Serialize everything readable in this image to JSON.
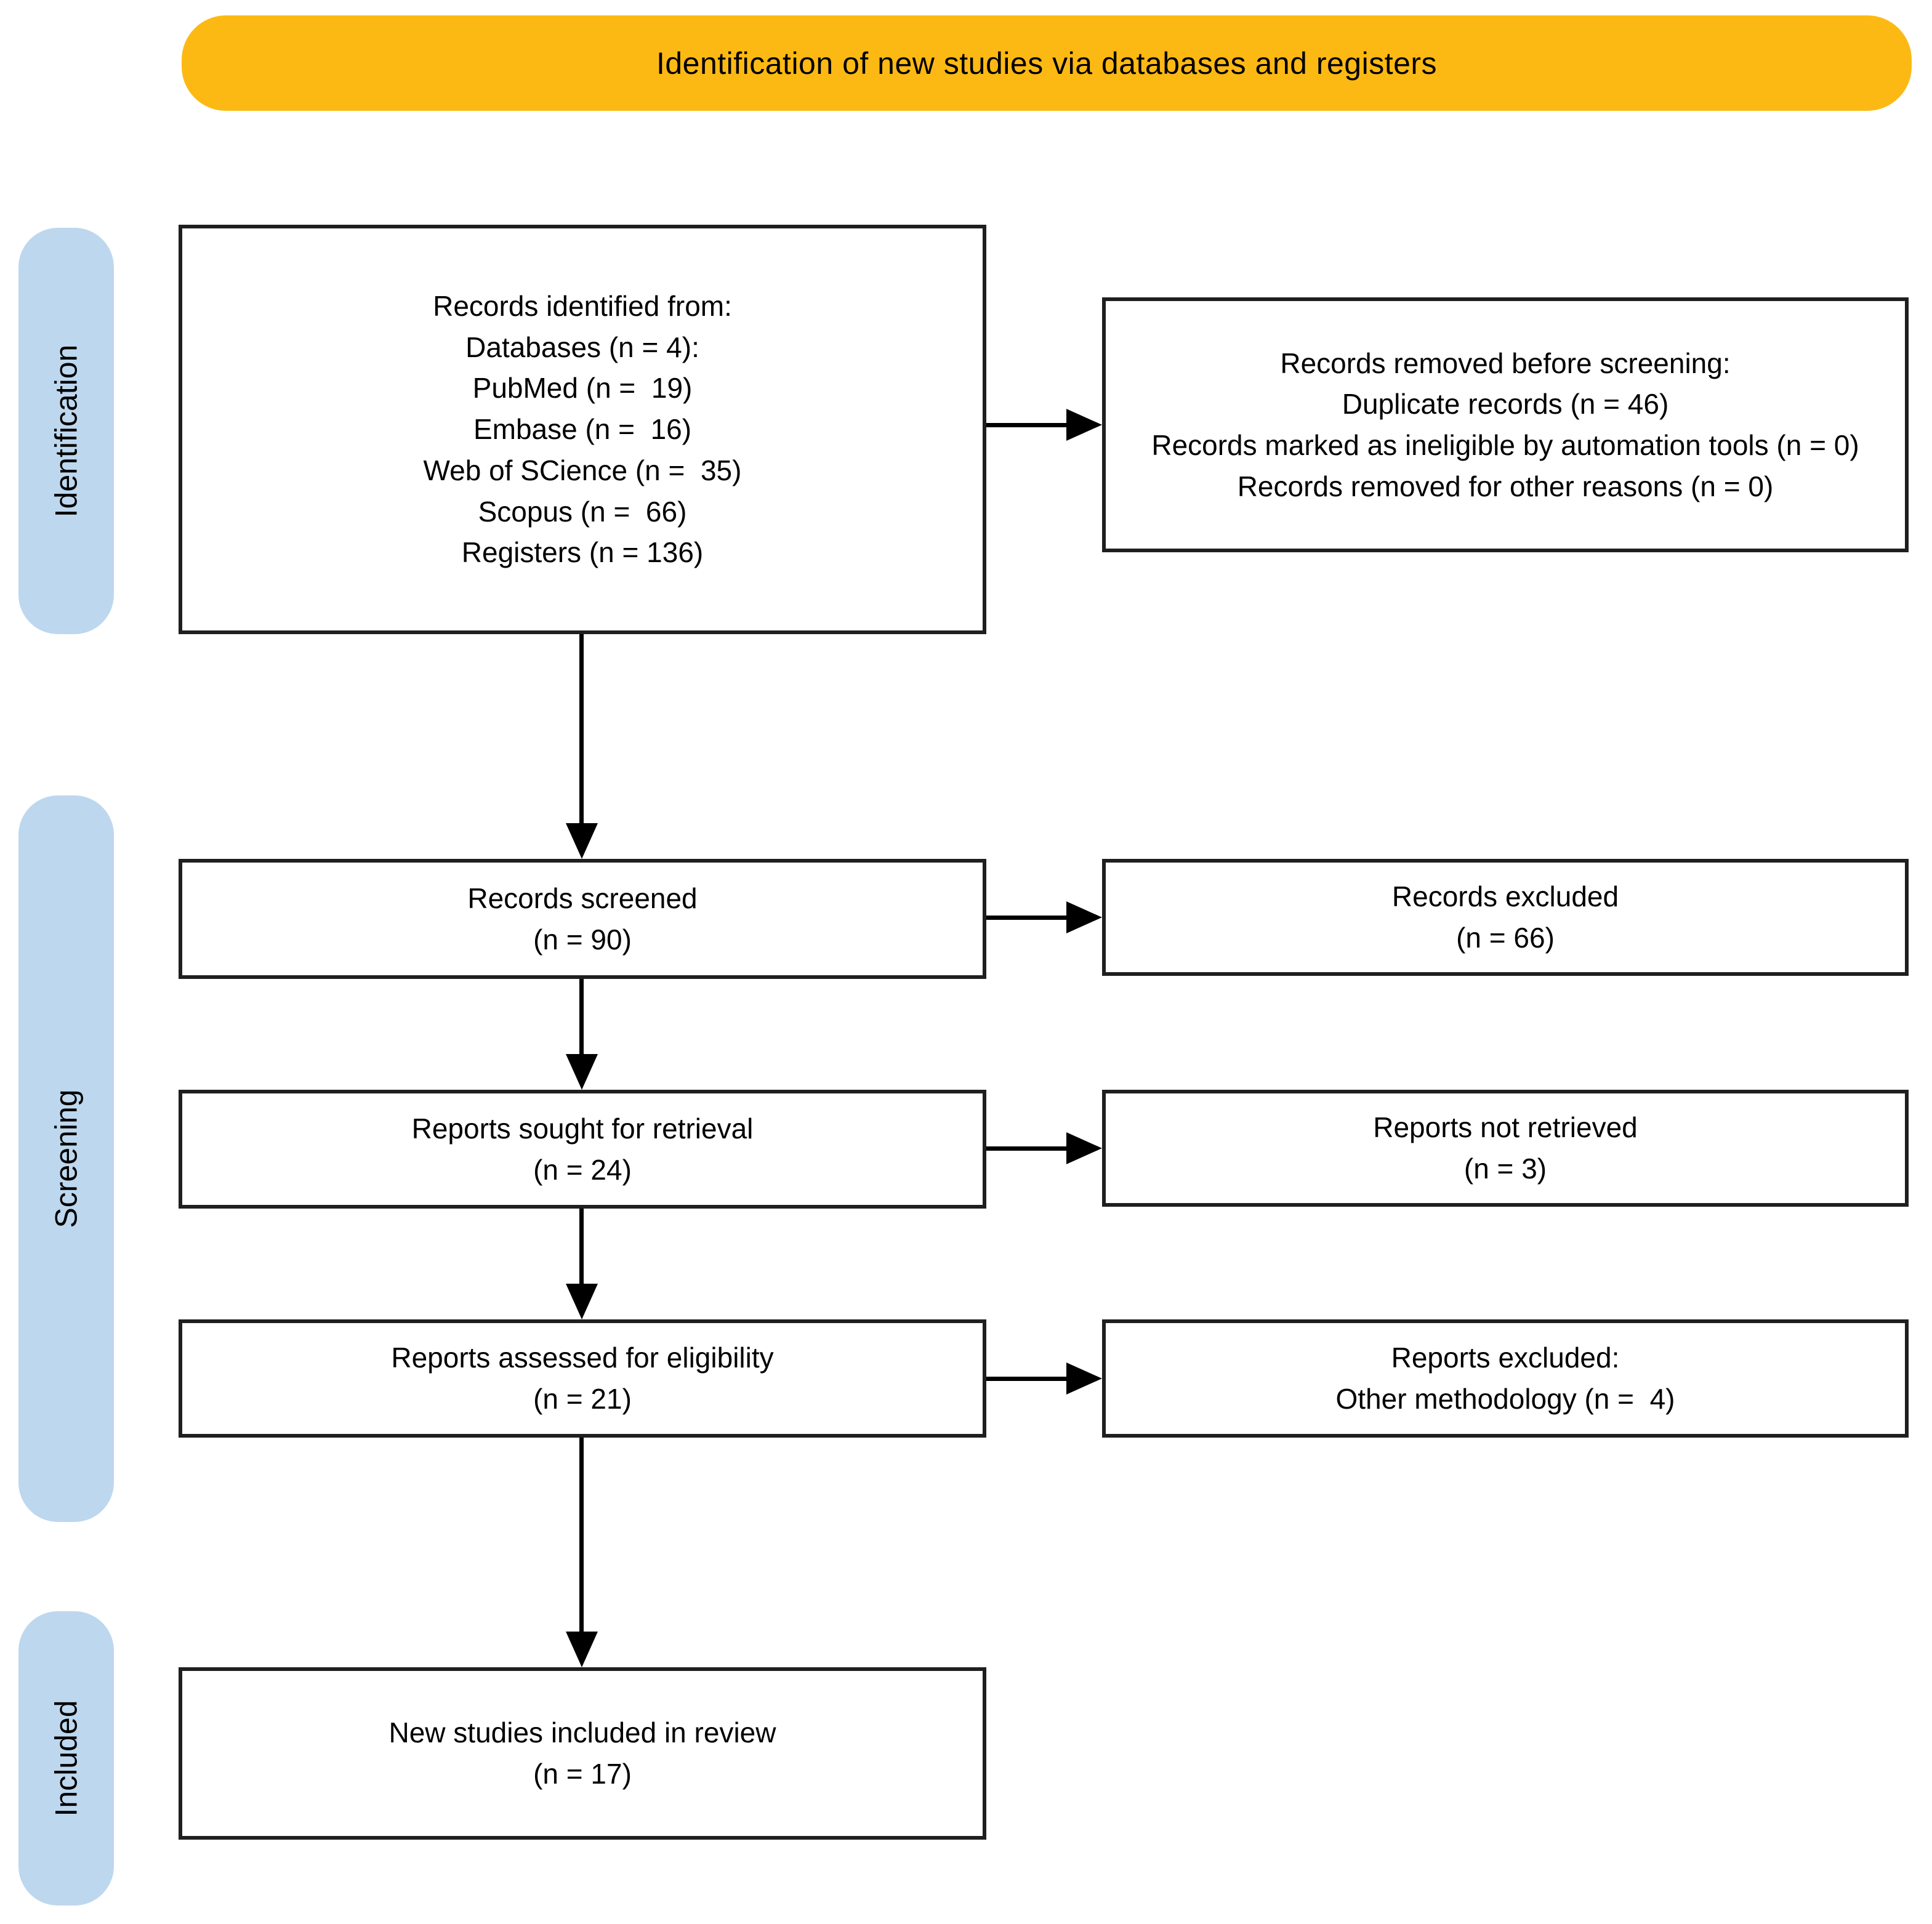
{
  "banner": {
    "title": "Identification of new studies via databases and registers"
  },
  "stages": {
    "identification": "Identification",
    "screening": "Screening",
    "included": "Included"
  },
  "boxes": {
    "identified": {
      "lines": [
        "Records identified from:",
        "Databases (n = 4):",
        "PubMed (n =  19)",
        "Embase (n =  16)",
        "Web of SCience (n =  35)",
        "Scopus (n =  66)",
        "Registers (n = 136)"
      ]
    },
    "removed": {
      "lines": [
        "Records removed before screening:",
        "Duplicate records (n = 46)",
        "Records marked as ineligible by automation tools (n = 0)",
        "Records removed for other reasons (n = 0)"
      ]
    },
    "screened": {
      "lines": [
        "Records screened",
        "(n = 90)"
      ]
    },
    "excluded": {
      "lines": [
        "Records excluded",
        "(n = 66)"
      ]
    },
    "sought": {
      "lines": [
        "Reports sought for retrieval",
        "(n = 24)"
      ]
    },
    "not_retrieved": {
      "lines": [
        "Reports not retrieved",
        "(n = 3)"
      ]
    },
    "assessed": {
      "lines": [
        "Reports assessed for eligibility",
        "(n = 21)"
      ]
    },
    "reports_excluded": {
      "lines": [
        "Reports excluded:",
        "Other methodology (n =  4)"
      ]
    },
    "included_review": {
      "lines": [
        "New studies included in review",
        "(n = 17)"
      ]
    }
  },
  "colors": {
    "banner_bg": "#FDB913",
    "stage_bg": "#BDD7EE",
    "box_border": "#1F1F1F",
    "arrow": "#000000"
  }
}
